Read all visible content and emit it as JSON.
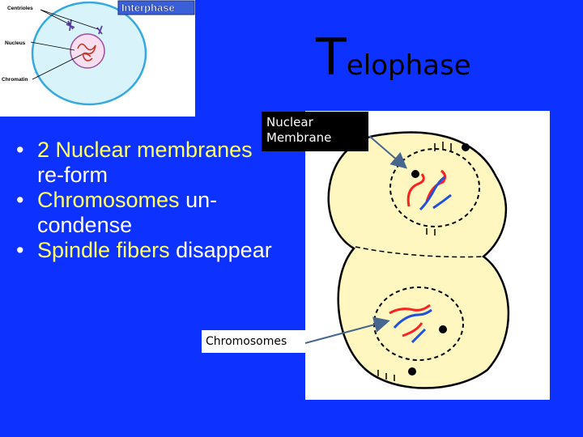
{
  "slide_title": {
    "first_letter": "T",
    "rest": "elophase"
  },
  "interphase": {
    "banner": "Interphase",
    "labels": {
      "centrioles": "Centrioles",
      "nucleus": "Nucleus",
      "chromatin": "Chromatin"
    }
  },
  "bullets": [
    {
      "highlight": "2 Nuclear membranes",
      "text": " re-form"
    },
    {
      "highlight": "Chromosomes",
      "text": " un-condense"
    },
    {
      "highlight": "Spindle fibers",
      "text": " disappear"
    }
  ],
  "callouts": {
    "nuclear_membrane": [
      "Nuclear",
      "Membrane"
    ],
    "chromosomes": "Chromosomes"
  },
  "colors": {
    "background": "#0d32ff",
    "bullet_highlight": "#ffff66",
    "cell_fill": "#fff6c0",
    "interphase_cell": "#d9f3fb",
    "chromosome_red": "#ff2020",
    "chromosome_blue": "#2050e0"
  }
}
